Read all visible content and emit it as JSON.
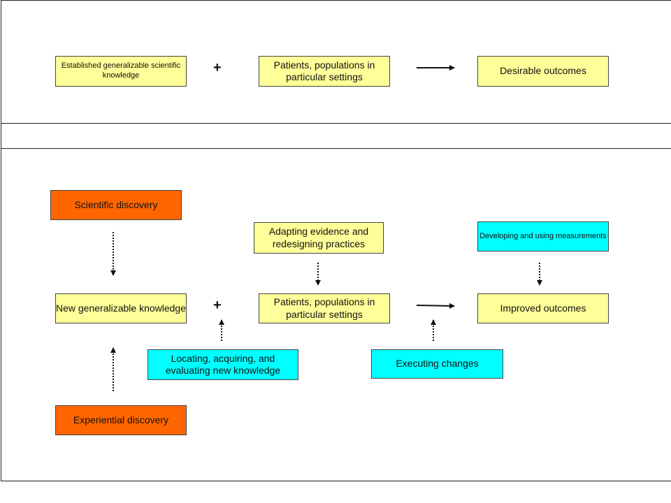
{
  "top_row": {
    "box1": "Established generalizable scientific knowledge",
    "plus": "+",
    "box2": "Patients, populations in particular settings",
    "box3": "Desirable outcomes"
  },
  "bottom_row": {
    "scientific_discovery": "Scientific discovery",
    "adapting_evidence": "Adapting evidence and redesigning practices",
    "developing_measurements": "Developing and using measurements",
    "new_knowledge": "New generalizable knowledge",
    "plus": "+",
    "patients": "Patients, populations in particular settings",
    "improved_outcomes": "Improved outcomes",
    "locating_knowledge": "Locating, acquiring, and evaluating new knowledge",
    "executing_changes": "Executing changes",
    "experiential_discovery": "Experiential discovery"
  },
  "colors": {
    "yellow": "#ffff99",
    "orange": "#ff6600",
    "cyan": "#00ffff"
  }
}
